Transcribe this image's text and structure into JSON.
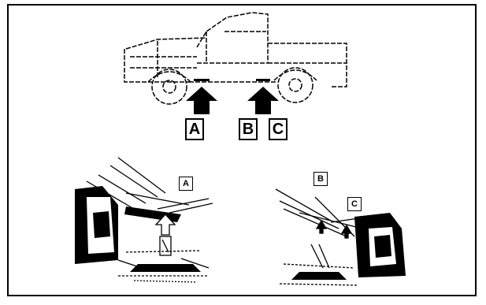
{
  "labels": {
    "top_a": "A",
    "top_b": "B",
    "top_c": "C",
    "detail_left": "A",
    "detail_right_b": "B",
    "detail_right_c": "C"
  },
  "colors": {
    "ink": "#000000",
    "paper": "#ffffff"
  }
}
